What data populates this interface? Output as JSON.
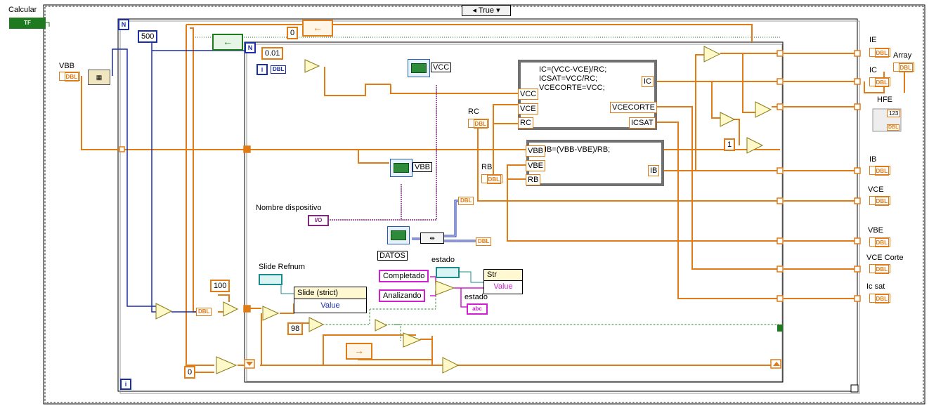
{
  "controls": {
    "calcular_label": "Calcular",
    "calcular_term": "TF",
    "vbb_label": "VBB",
    "dbl": "DBL",
    "rc_label": "RC",
    "rb_label": "RB",
    "nombre_label": "Nombre dispositivo",
    "io_term": "I/O"
  },
  "case_structure": {
    "selector_value": "True",
    "arrow_left": "◂",
    "arrow_right": "▾"
  },
  "constants": {
    "c500": "500",
    "c0_top": "0",
    "c001": "0.01",
    "c100": "100",
    "c98": "98",
    "c1": "1",
    "c0_bottom": "0",
    "iter_outer": "i",
    "iter_inner": "i",
    "n_outer": "N",
    "n_inner": "N"
  },
  "daq": {
    "vcc": "VCC",
    "vbb": "VBB",
    "datos": "DATOS"
  },
  "formula1": {
    "lines": [
      "IC=(VCC-VCE)/RC;",
      "ICSAT=VCC/RC;",
      "VCECORTE=VCC;"
    ],
    "in_vcc": "VCC",
    "in_vce": "VCE",
    "in_rc": "RC",
    "out_ic": "IC",
    "out_vcecorte": "VCECORTE",
    "out_icsat": "ICSAT"
  },
  "formula2": {
    "lines": [
      "IB=(VBB-VBE)/RB;"
    ],
    "in_vbb": "VBB",
    "in_vbe": "VBE",
    "in_rb": "RB",
    "out_ib": "IB"
  },
  "slide": {
    "refnum_label": "Slide Refnum",
    "property_node": "Slide (strict)",
    "value": "Value"
  },
  "estado": {
    "label1": "estado",
    "label2": "estado",
    "str": "Str",
    "value": "Value",
    "completado": "Completado",
    "analizando": "Analizando",
    "abc": "abc"
  },
  "indicators": {
    "ie": "IE",
    "array": "Array",
    "ic": "IC",
    "hfe": "HFE",
    "ib": "IB",
    "vce": "VCE",
    "vbe": "VBE",
    "vce_corte": "VCE Corte",
    "ic_sat": "Ic sat",
    "hfe_num": "123"
  },
  "colors": {
    "orange": "#e07b16",
    "blue": "#1a2ea8",
    "purple": "#7d2a7d",
    "pink": "#d01fd0",
    "green": "#1f7a1f"
  }
}
